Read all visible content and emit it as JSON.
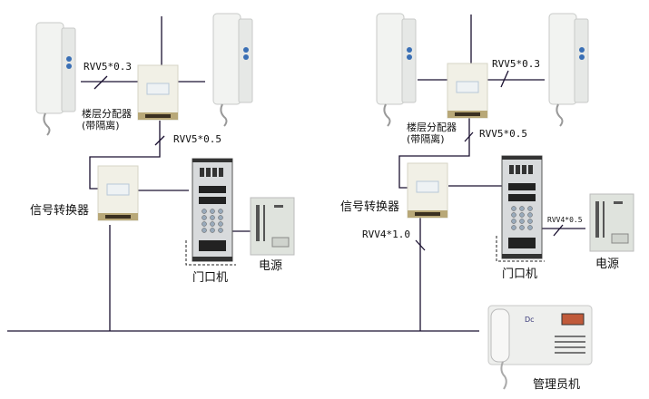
{
  "labels": {
    "cable_indoor": "RVV5*0.3",
    "cable_riser": "RVV5*0.5",
    "cable_bus": "RVV4*1.0",
    "cable_power": "RVV4*0.5",
    "floor_distributor": "楼层分配器",
    "floor_distributor_note": "(带隔离)",
    "signal_converter": "信号转换器",
    "door_station": "门口机",
    "power_supply": "电源",
    "master_station": "管理员机"
  },
  "colors": {
    "line": "#1a1030",
    "device": "#eceeea",
    "box": "#f1f0e6",
    "keypad_blue": "#3a6fb5"
  }
}
